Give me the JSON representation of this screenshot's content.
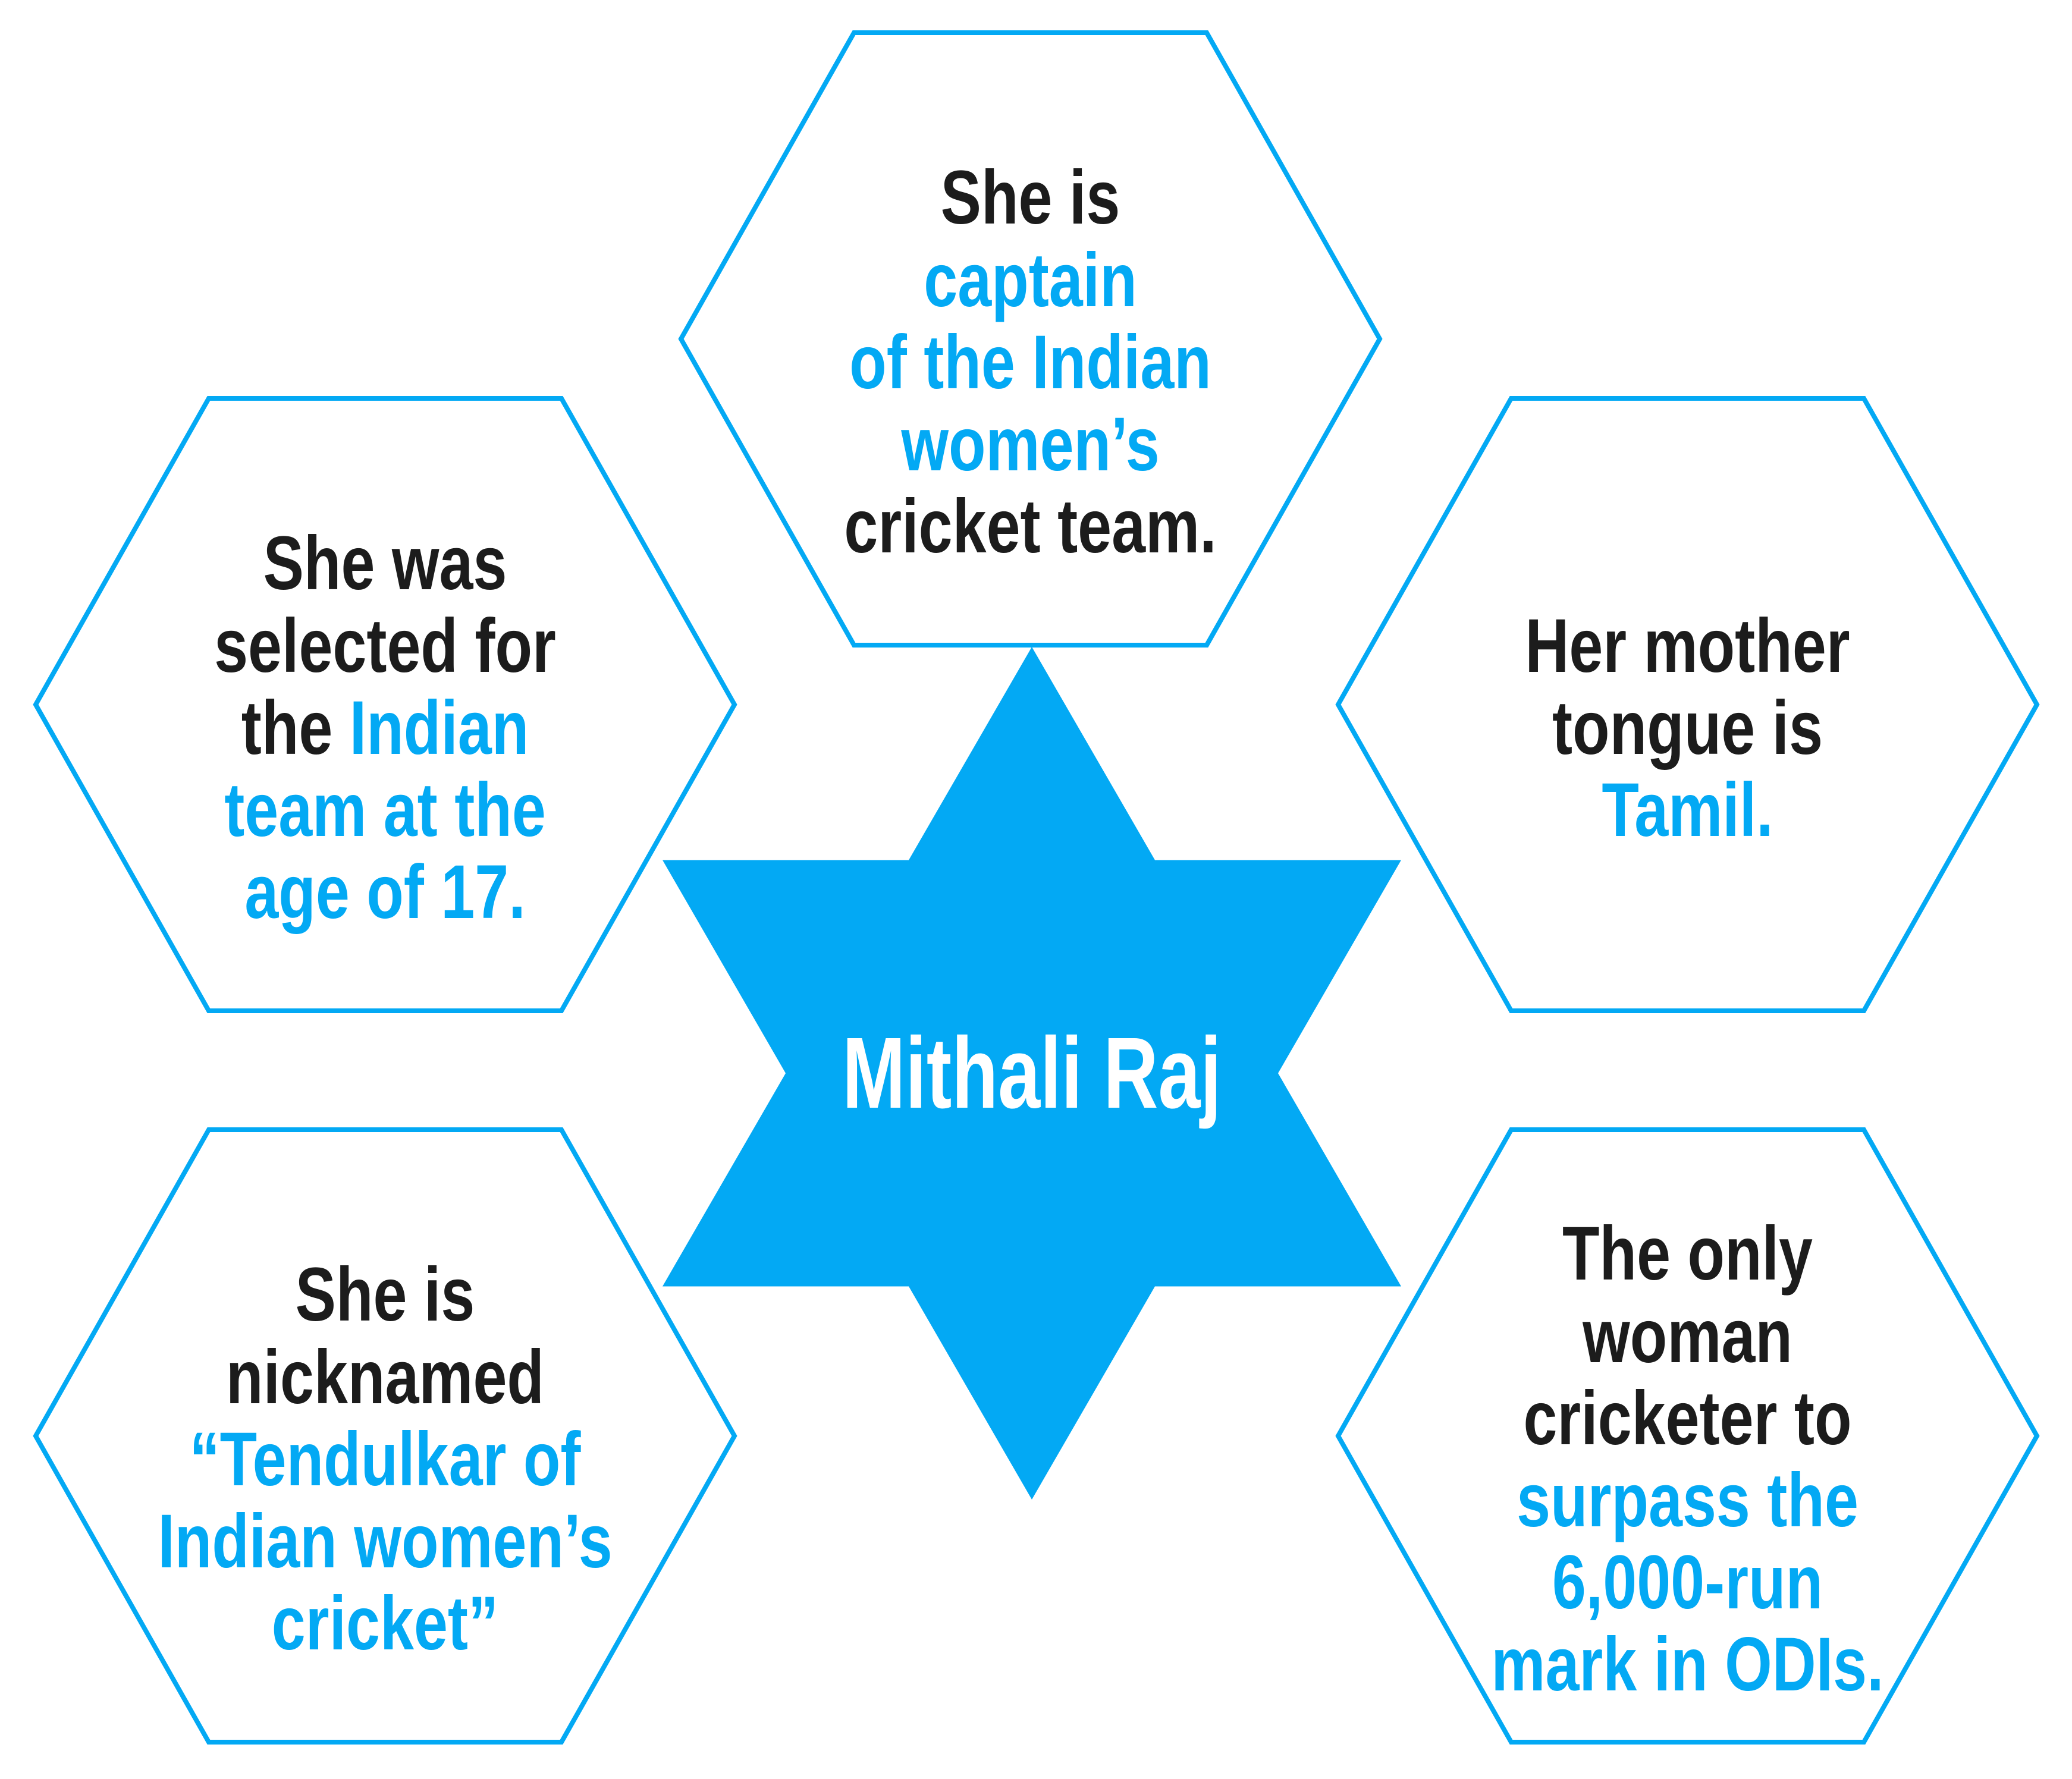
{
  "figure": {
    "type": "hexagon-fact-diagram",
    "subject": "Mithali Raj"
  },
  "colors": {
    "accent": "#03a9f4",
    "dark_text": "#1c1c1c",
    "star_label": "#ffffff",
    "background": "#ffffff"
  },
  "center_star": {
    "label": "Mithali Raj"
  },
  "hexagons": [
    {
      "position": "top",
      "lines": [
        [
          {
            "text": "She is",
            "color": "dark"
          }
        ],
        [
          {
            "text": "captain",
            "color": "accent"
          }
        ],
        [
          {
            "text": "of the Indian",
            "color": "accent"
          }
        ],
        [
          {
            "text": "women’s",
            "color": "accent"
          }
        ],
        [
          {
            "text": "cricket team.",
            "color": "dark"
          }
        ]
      ]
    },
    {
      "position": "upper-left",
      "lines": [
        [
          {
            "text": "She was",
            "color": "dark"
          }
        ],
        [
          {
            "text": "selected for",
            "color": "dark"
          }
        ],
        [
          {
            "text": "the ",
            "color": "dark"
          },
          {
            "text": "Indian",
            "color": "accent"
          }
        ],
        [
          {
            "text": "team at the",
            "color": "accent"
          }
        ],
        [
          {
            "text": "age of 17.",
            "color": "accent"
          }
        ]
      ]
    },
    {
      "position": "upper-right",
      "lines": [
        [
          {
            "text": "Her mother",
            "color": "dark"
          }
        ],
        [
          {
            "text": "tongue is",
            "color": "dark"
          }
        ],
        [
          {
            "text": "Tamil.",
            "color": "accent"
          }
        ]
      ]
    },
    {
      "position": "lower-left",
      "lines": [
        [
          {
            "text": "She is",
            "color": "dark"
          }
        ],
        [
          {
            "text": "nicknamed",
            "color": "dark"
          }
        ],
        [
          {
            "text": "“Tendulkar of",
            "color": "accent"
          }
        ],
        [
          {
            "text": "Indian women’s",
            "color": "accent"
          }
        ],
        [
          {
            "text": "cricket”",
            "color": "accent"
          }
        ]
      ]
    },
    {
      "position": "lower-right",
      "lines": [
        [
          {
            "text": "The only",
            "color": "dark"
          }
        ],
        [
          {
            "text": "woman",
            "color": "dark"
          }
        ],
        [
          {
            "text": "cricketer to",
            "color": "dark"
          }
        ],
        [
          {
            "text": "surpass the",
            "color": "accent"
          }
        ],
        [
          {
            "text": "6,000-run",
            "color": "accent"
          }
        ],
        [
          {
            "text": "mark in ODIs.",
            "color": "accent"
          }
        ]
      ]
    }
  ]
}
